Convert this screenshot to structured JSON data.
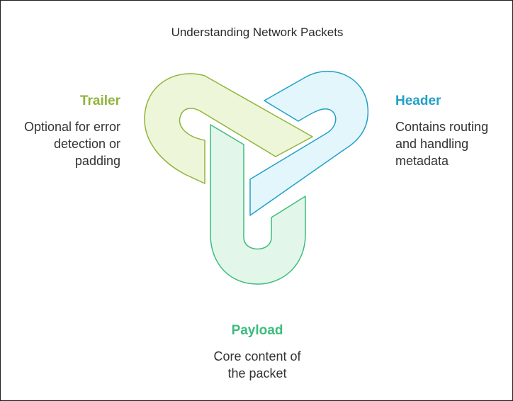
{
  "title": "Understanding Network Packets",
  "segments": {
    "trailer": {
      "label": "Trailer",
      "description_lines": [
        "Optional for error",
        "detection or",
        "padding"
      ],
      "color": "#8fb43a",
      "fill": "#eef6d9"
    },
    "header": {
      "label": "Header",
      "description_lines": [
        "Contains routing",
        "and handling",
        "metadata"
      ],
      "color": "#22a0c8",
      "fill": "#e3f6fb"
    },
    "payload": {
      "label": "Payload",
      "description_lines": [
        "Core content of",
        "the packet"
      ],
      "color": "#3cbc7c",
      "fill": "#e2f7ea"
    }
  }
}
